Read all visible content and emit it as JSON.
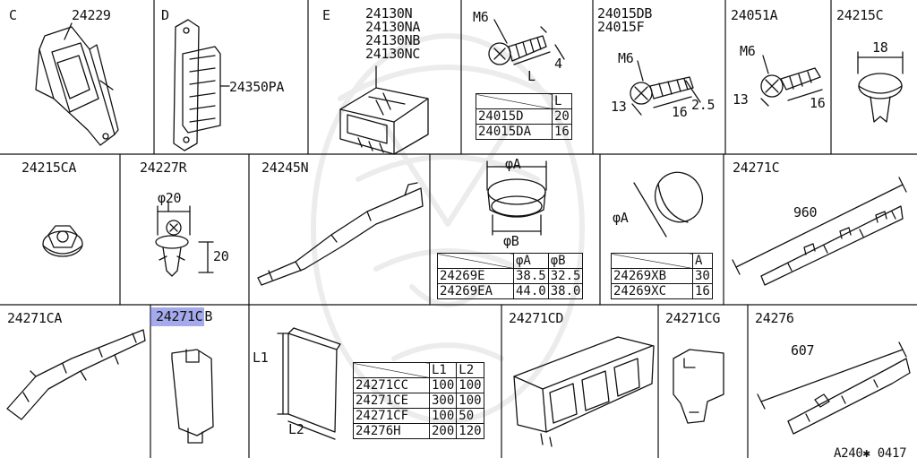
{
  "cells": [
    {
      "letter": "C",
      "part": "24229"
    },
    {
      "letter": "D",
      "part": "24350PA"
    },
    {
      "letter": "E",
      "parts": [
        "24130N",
        "24130NA",
        "24130NB",
        "24130NC"
      ]
    },
    {
      "thread": "M6",
      "dim_l": "L",
      "dim_4": "4",
      "table": {
        "header": "L",
        "rows": [
          [
            "24015D",
            "20"
          ],
          [
            "24015DA",
            "16"
          ]
        ]
      }
    },
    {
      "parts": [
        "24015DB",
        "24015F"
      ],
      "thread": "M6",
      "dims": [
        "13",
        "16",
        "2.5"
      ]
    },
    {
      "part": "24051A",
      "thread": "M6",
      "dims": [
        "13",
        "16"
      ]
    },
    {
      "part": "24215C",
      "dim": "18"
    },
    {
      "part": "24215CA"
    },
    {
      "part": "24227R",
      "dim_phi": "φ20",
      "dim_h": "20"
    },
    {
      "part": "24245N"
    },
    {
      "label_a": "φA",
      "label_b": "φB",
      "table": {
        "headers": [
          "φA",
          "φB"
        ],
        "rows": [
          [
            "24269E",
            "38.5",
            "32.5"
          ],
          [
            "24269EA",
            "44.0",
            "38.0"
          ]
        ]
      }
    },
    {
      "label_a": "φA",
      "table": {
        "headers": [
          "A"
        ],
        "rows": [
          [
            "24269XB",
            "30"
          ],
          [
            "24269XC",
            "16"
          ]
        ]
      }
    },
    {
      "part": "24271C",
      "dim": "960"
    },
    {
      "part": "24271CA"
    },
    {
      "part_highlighted": "24271C",
      "part_rest": "B"
    },
    {
      "dim_l1": "L1",
      "dim_l2": "L2",
      "table": {
        "headers": [
          "L1",
          "L2"
        ],
        "rows": [
          [
            "24271CC",
            "100",
            "100"
          ],
          [
            "24271CE",
            "300",
            "100"
          ],
          [
            "24271CF",
            "100",
            "50"
          ],
          [
            "24276H",
            "200",
            "120"
          ]
        ]
      }
    },
    {
      "part": "24271CD"
    },
    {
      "part": "24271CG"
    },
    {
      "part": "24276",
      "dim": "607"
    }
  ],
  "footer_code": "A240✱ 0417",
  "colors": {
    "ink": "#111111",
    "highlight": "#5a64dc",
    "background": "#ffffff"
  }
}
